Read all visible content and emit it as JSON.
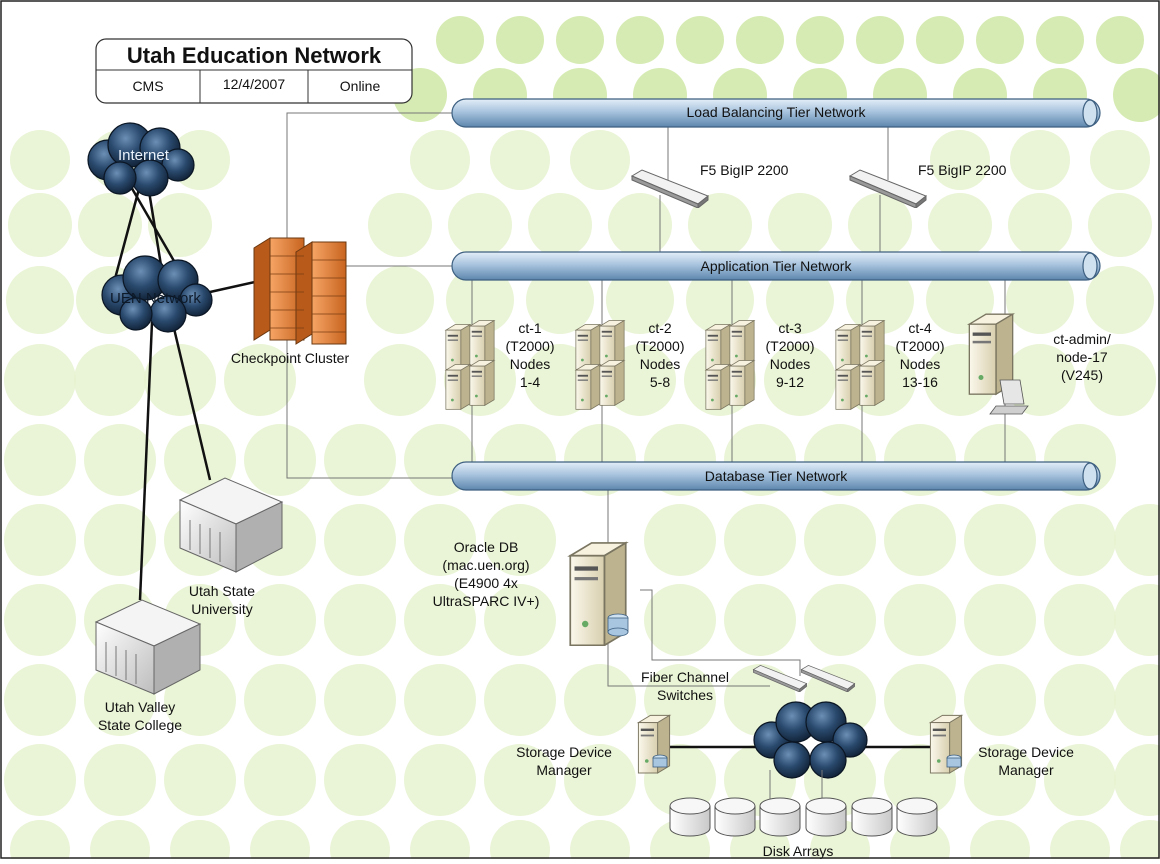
{
  "title_box": {
    "title": "Utah Education Network",
    "cells": [
      "CMS",
      "12/4/2007",
      "Online"
    ]
  },
  "networks": {
    "load_balancing": "Load Balancing Tier Network",
    "application": "Application Tier Network",
    "database": "Database Tier Network"
  },
  "clouds": {
    "internet": "Internet",
    "uen": "UEN Network"
  },
  "load_balancers": [
    "F5 BigIP 2200",
    "F5 BigIP 2200"
  ],
  "firewall": "Checkpoint Cluster",
  "clusters": [
    {
      "name": "ct-1",
      "model": "(T2000)",
      "nodes": "Nodes",
      "range": "1-4"
    },
    {
      "name": "ct-2",
      "model": "(T2000)",
      "nodes": "Nodes",
      "range": "5-8"
    },
    {
      "name": "ct-3",
      "model": "(T2000)",
      "nodes": "Nodes",
      "range": "9-12"
    },
    {
      "name": "ct-4",
      "model": "(T2000)",
      "nodes": "Nodes",
      "range": "13-16"
    }
  ],
  "admin": [
    "ct-admin/",
    "node-17",
    "(V245)"
  ],
  "campuses": {
    "usu": [
      "Utah State",
      "University"
    ],
    "uvsc": [
      "Utah Valley",
      "State College"
    ]
  },
  "database": [
    "Oracle DB",
    "(mac.uen.org)",
    "(E4900 4x",
    "UltraSPARC IV+)"
  ],
  "fiber": [
    "Fiber Channel",
    "Switches"
  ],
  "storage_left": [
    "Storage Device",
    "Manager"
  ],
  "storage_right": [
    "Storage Device",
    "Manager"
  ],
  "disk_arrays": "Disk Arrays",
  "colors": {
    "dot_green": "#cfe8a6",
    "dot_green_light": "#e6f2cf",
    "pipe_blue": "#9dbcd8",
    "cloud_dark": "#1c3450",
    "firewall_orange": "#e8873a",
    "server_beige": "#efe9d2"
  }
}
